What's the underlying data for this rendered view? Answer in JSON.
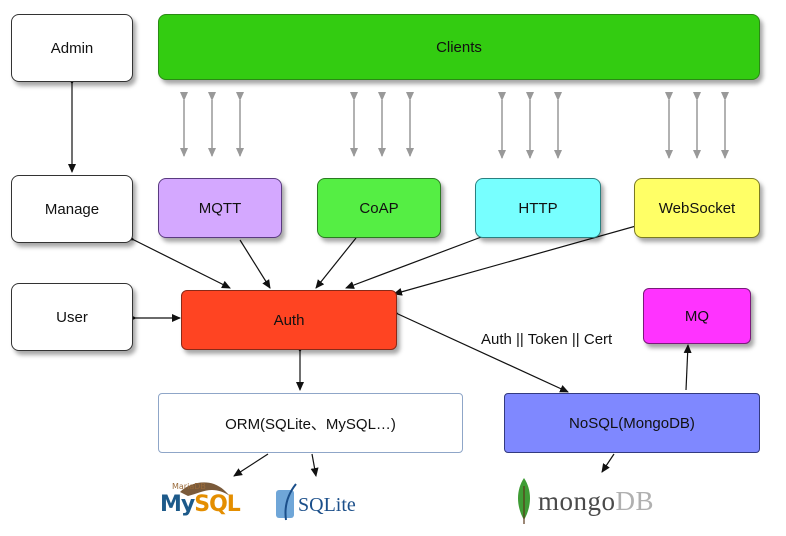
{
  "nodes": {
    "admin": "Admin",
    "manage": "Manage",
    "user": "User",
    "clients": "Clients",
    "mqtt": "MQTT",
    "coap": "CoAP",
    "http": "HTTP",
    "websocket": "WebSocket",
    "auth": "Auth",
    "mq": "MQ",
    "orm": "ORM(SQLite、MySQL…)",
    "nosql": "NoSQL(MongoDB)"
  },
  "edges": {
    "auth_nosql_label": "Auth || Token || Cert"
  },
  "logos": {
    "mysql_small": "MariaDB",
    "mysql_my": "My",
    "mysql_sql": "SQL",
    "sqlite": "SQLite",
    "mongo_main": "mongo",
    "mongo_db": "DB"
  },
  "colors": {
    "clients": "#33cc11",
    "mqtt": "#d4a8ff",
    "coap": "#55ee44",
    "http": "#77ffff",
    "websocket": "#ffff66",
    "auth": "#ff4422",
    "mq": "#ff33ff",
    "nosql": "#7f88ff"
  }
}
